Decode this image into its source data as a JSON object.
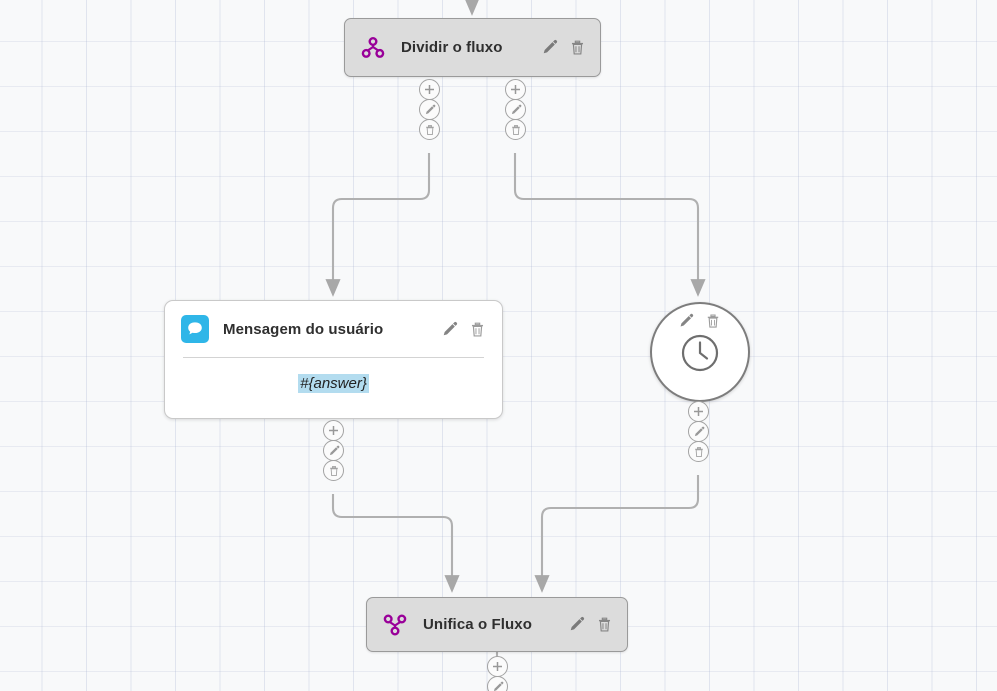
{
  "canvas": {
    "label": "flow-editor-canvas",
    "grid_color": "#aab4d2",
    "background_color": "#f8f9fa",
    "accent_purple": "#990099",
    "accent_blue": "#2fb6e8",
    "highlight_blue": "#b3dcef"
  },
  "nodes": [
    {
      "id": "split",
      "title": "Dividir o fluxo",
      "icon": "split-icon",
      "edit_label": "Editar",
      "delete_label": "Excluir"
    },
    {
      "id": "user-message",
      "title": "Mensagem do usuário",
      "icon": "chat-bubble-icon",
      "body_text": "#{answer}",
      "edit_label": "Editar",
      "delete_label": "Excluir"
    },
    {
      "id": "delay",
      "title": "",
      "icon": "clock-icon",
      "edit_label": "Editar",
      "delete_label": "Excluir"
    },
    {
      "id": "merge",
      "title": "Unifica o Fluxo",
      "icon": "merge-icon",
      "edit_label": "Editar",
      "delete_label": "Excluir"
    }
  ],
  "port_buttons": {
    "add_label": "Adicionar",
    "edit_label": "Editar",
    "delete_label": "Excluir"
  }
}
